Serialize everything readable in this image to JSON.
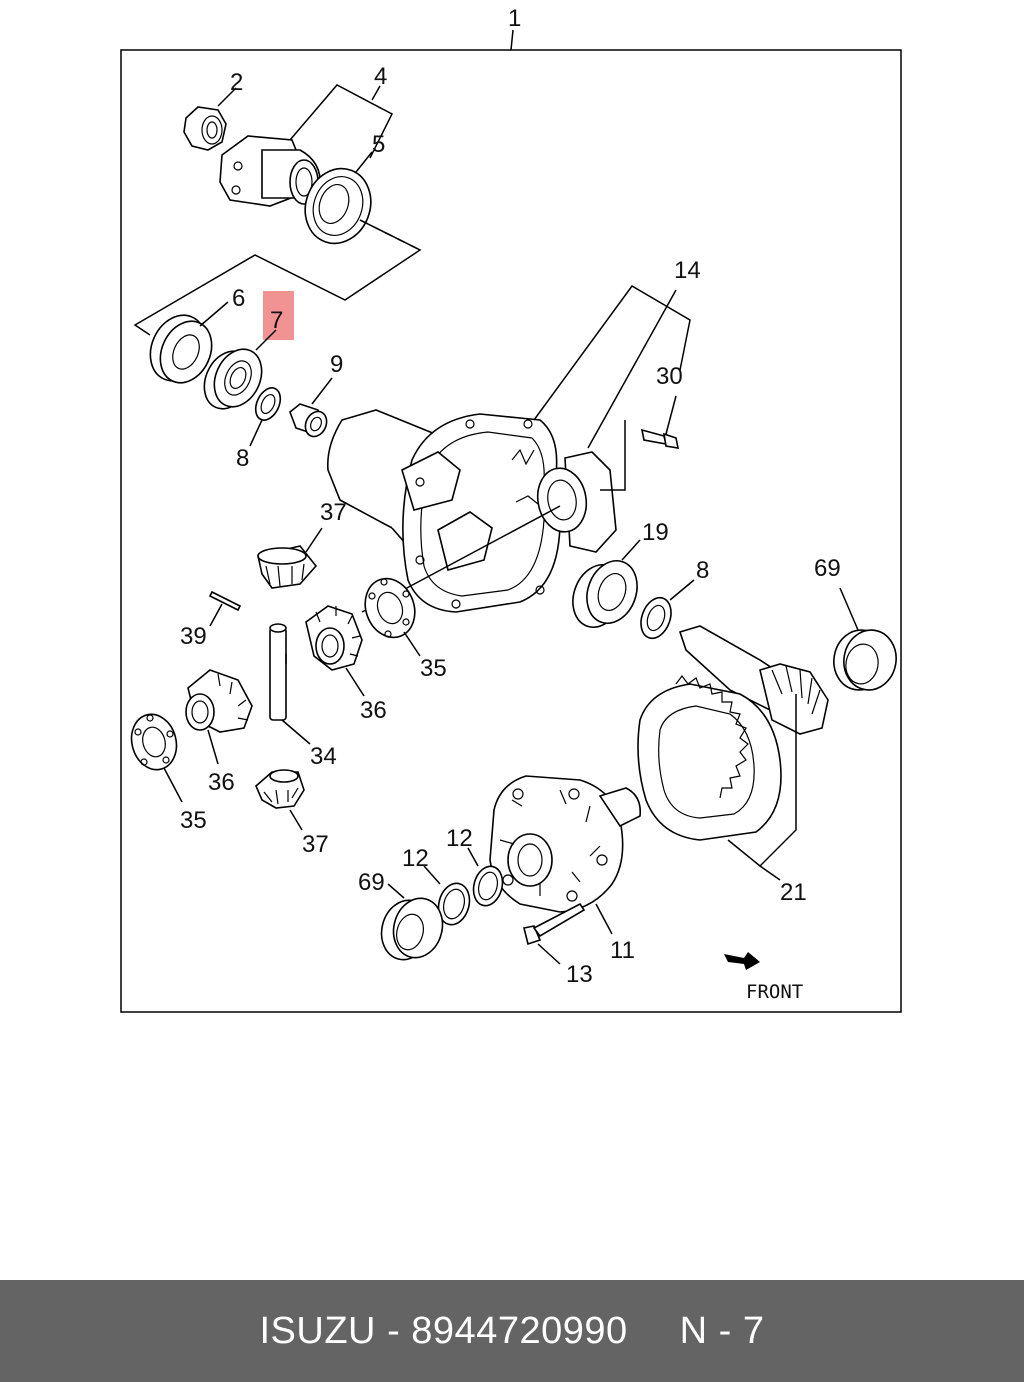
{
  "callouts": {
    "c1": "1",
    "c2": "2",
    "c4": "4",
    "c5": "5",
    "c6": "6",
    "c7": "7",
    "c8a": "8",
    "c8b": "8",
    "c9": "9",
    "c11": "11",
    "c12a": "12",
    "c12b": "12",
    "c13": "13",
    "c14": "14",
    "c19": "19",
    "c21": "21",
    "c30": "30",
    "c34": "34",
    "c35a": "35",
    "c35b": "35",
    "c36a": "36",
    "c36b": "36",
    "c37a": "37",
    "c37b": "37",
    "c39": "39",
    "c69a": "69",
    "c69b": "69"
  },
  "front_label": "FRONT",
  "highlight_color": "#f08080",
  "footer": {
    "brand": "ISUZU",
    "dash": "-",
    "part_number": "8944720990",
    "ref": "N - 7"
  }
}
